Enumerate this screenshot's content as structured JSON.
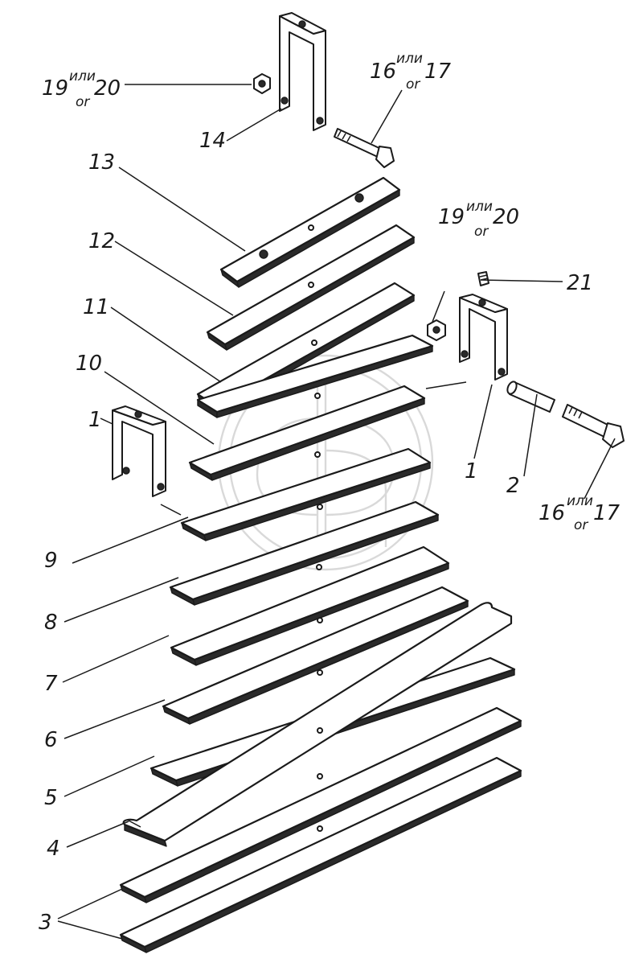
{
  "labels": {
    "p1_left": "1",
    "p1_right": "1",
    "p2": "2",
    "p3": "3",
    "p4": "4",
    "p5": "5",
    "p6": "6",
    "p7": "7",
    "p8": "8",
    "p9": "9",
    "p10": "10",
    "p11": "11",
    "p12": "12",
    "p13": "13",
    "p14": "14",
    "p21": "21"
  },
  "composite_labels": {
    "nut_top": {
      "main": "19",
      "sup": "или",
      "sub": "or",
      "alt": "20"
    },
    "bolt_top": {
      "main": "16",
      "sup": "или",
      "sub": "or",
      "alt": "17"
    },
    "nut_right": {
      "main": "19",
      "sup": "или",
      "sub": "or",
      "alt": "20"
    },
    "bolt_right": {
      "main": "16",
      "sup": "или",
      "sub": "or",
      "alt": "17"
    }
  }
}
